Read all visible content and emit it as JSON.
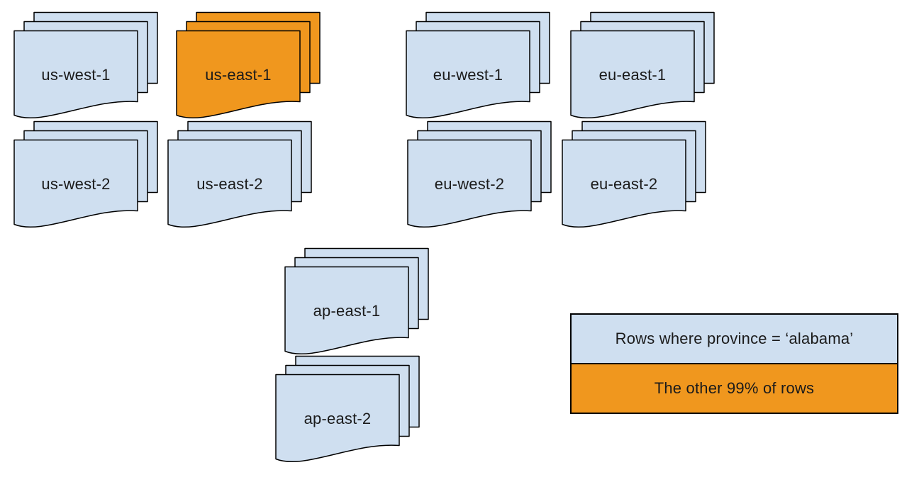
{
  "colors": {
    "document_fill": "#cfdff0",
    "highlight_fill": "#f0971e",
    "stroke": "#000000",
    "text": "#1b1b1b",
    "background": "#ffffff"
  },
  "stacks": [
    {
      "label": "us-west-1",
      "highlighted": false
    },
    {
      "label": "us-east-1",
      "highlighted": true
    },
    {
      "label": "eu-west-1",
      "highlighted": false
    },
    {
      "label": "eu-east-1",
      "highlighted": false
    },
    {
      "label": "us-west-2",
      "highlighted": false
    },
    {
      "label": "us-east-2",
      "highlighted": false
    },
    {
      "label": "eu-west-2",
      "highlighted": false
    },
    {
      "label": "eu-east-2",
      "highlighted": false
    },
    {
      "label": "ap-east-1",
      "highlighted": false
    },
    {
      "label": "ap-east-2",
      "highlighted": false
    }
  ],
  "legend": {
    "rows": [
      {
        "label": "Rows where province = ‘alabama’",
        "color": "document_fill"
      },
      {
        "label": "The other 99% of rows",
        "color": "highlight_fill"
      }
    ]
  }
}
